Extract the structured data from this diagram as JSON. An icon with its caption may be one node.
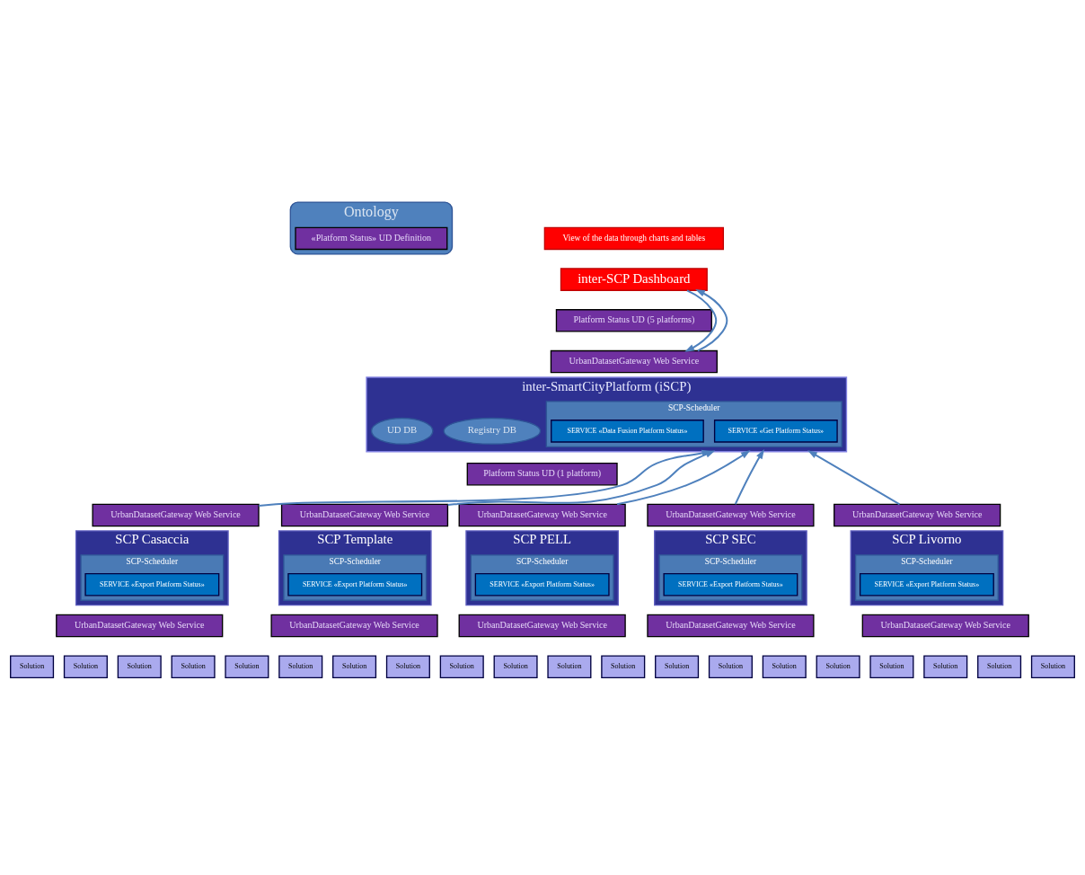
{
  "diagram": {
    "nodes": [
      {
        "text": [
          "Ontology"
        ]
      },
      {
        "text": [
          "«Platform Status» UD Definition"
        ],
        "in": 0
      },
      {
        "text": [
          "View of the data through charts and tables"
        ]
      },
      {
        "text": [
          "inter-SCP Dashboard"
        ]
      },
      {
        "text": [
          "Platform Status UD (5 platforms)"
        ]
      },
      {
        "text": [
          "UrbanDatasetGateway Web Service"
        ]
      },
      {
        "text": [
          "inter-SmartCityPlatform (iSCP)"
        ]
      },
      {
        "text": [
          "SCP-Scheduler"
        ],
        "in": 6
      },
      {
        "text": [
          "SERVICE «Get Platform Status»"
        ],
        "in": 7
      },
      {
        "text": [
          "SERVICE «Data Fusion Platform Status»"
        ],
        "in": 7
      },
      {
        "text": [
          "Registry DB"
        ],
        "in": 6
      },
      {
        "text": [
          "UD DB"
        ],
        "in": 6
      },
      {
        "text": [
          "Platform Status UD (1 platform)"
        ]
      },
      {
        "text": [
          "UrbanDatasetGateway Web Service"
        ]
      },
      {
        "text": [
          "SCP Casaccia"
        ]
      },
      {
        "text": [
          "SCP-Scheduler"
        ],
        "in": 14
      },
      {
        "text": [
          "SERVICE «Export Platform Status»"
        ],
        "in": 15
      },
      {
        "text": [
          "UrbanDatasetGateway Web Service"
        ]
      },
      {
        "text": [
          "Solution"
        ]
      },
      {
        "text": [
          "Solution"
        ]
      },
      {
        "text": [
          "Solution"
        ]
      },
      {
        "text": [
          "Solution"
        ]
      },
      {
        "text": [
          "UrbanDatasetGateway Web Service"
        ]
      },
      {
        "text": [
          "SCP Template"
        ]
      },
      {
        "text": [
          "SCP-Scheduler"
        ],
        "in": 23
      },
      {
        "text": [
          "SERVICE «Export Platform Status»"
        ],
        "in": 24
      },
      {
        "text": [
          "UrbanDatasetGateway Web Service"
        ]
      },
      {
        "text": [
          "Solution"
        ]
      },
      {
        "text": [
          "Solution"
        ]
      },
      {
        "text": [
          "Solution"
        ]
      },
      {
        "text": [
          "Solution"
        ]
      },
      {
        "text": [
          "UrbanDatasetGateway Web Service"
        ]
      },
      {
        "text": [
          "SCP PELL"
        ]
      },
      {
        "text": [
          "SCP-Scheduler"
        ],
        "in": 32
      },
      {
        "text": [
          "SERVICE «Export Platform Status»"
        ],
        "in": 33
      },
      {
        "text": [
          "UrbanDatasetGateway Web Service"
        ]
      },
      {
        "text": [
          "Solution"
        ]
      },
      {
        "text": [
          "Solution"
        ]
      },
      {
        "text": [
          "Solution"
        ]
      },
      {
        "text": [
          "Solution"
        ]
      },
      {
        "text": [
          "UrbanDatasetGateway Web Service"
        ]
      },
      {
        "text": [
          "SCP SEC"
        ]
      },
      {
        "text": [
          "SCP-Scheduler"
        ],
        "in": 41
      },
      {
        "text": [
          "SERVICE «Export Platform Status»"
        ],
        "in": 42
      },
      {
        "text": [
          "UrbanDatasetGateway Web Service"
        ]
      },
      {
        "text": [
          "Solution"
        ]
      },
      {
        "text": [
          "Solution"
        ]
      },
      {
        "text": [
          "Solution"
        ]
      },
      {
        "text": [
          "Solution"
        ]
      },
      {
        "text": [
          "UrbanDatasetGateway Web Service"
        ]
      },
      {
        "text": [
          "SCP Livorno"
        ]
      },
      {
        "text": [
          "SCP-Scheduler"
        ],
        "in": 50
      },
      {
        "text": [
          "SERVICE «Export Platform Status»"
        ],
        "in": 51
      },
      {
        "text": [
          "UrbanDatasetGateway Web Service"
        ]
      },
      {
        "text": [
          "Solution"
        ]
      },
      {
        "text": [
          "Solution"
        ]
      },
      {
        "text": [
          "Solution"
        ]
      },
      {
        "text": [
          "Solution"
        ]
      }
    ],
    "edges": [
      {
        "from": 3,
        "to": 5,
        "arrow": "to"
      },
      {
        "from": 5,
        "to": 3,
        "arrow": "to"
      },
      {
        "from": 13,
        "to": 6,
        "arrow": "to"
      },
      {
        "from": 22,
        "to": 6,
        "arrow": "to"
      },
      {
        "from": 31,
        "to": 6,
        "arrow": "to"
      },
      {
        "from": 40,
        "to": 6,
        "arrow": "to"
      },
      {
        "from": 49,
        "to": 6,
        "arrow": "to"
      }
    ]
  }
}
